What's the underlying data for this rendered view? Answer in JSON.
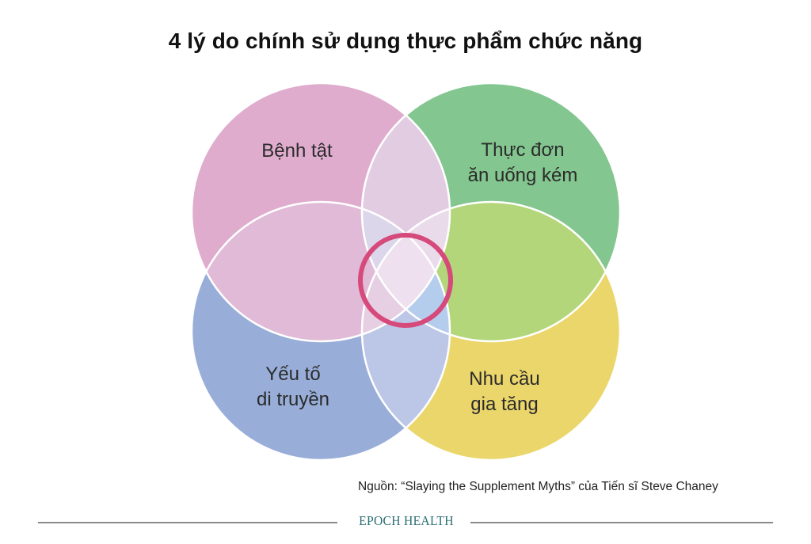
{
  "title": "4 lý do chính sử dụng thực phẩm chức năng",
  "diagram": {
    "type": "venn",
    "sets": [
      {
        "id": "disease",
        "label_lines": [
          "Bệnh tật"
        ],
        "color": "#dfacce",
        "position": "top-left"
      },
      {
        "id": "poor-diet",
        "label_lines": [
          "Thực đơn",
          "ăn uống kém"
        ],
        "color": "#83c68f",
        "position": "top-right"
      },
      {
        "id": "genetics",
        "label_lines": [
          "Yếu tố",
          "di truyền"
        ],
        "color": "#98aed8",
        "position": "bottom-left"
      },
      {
        "id": "increased-need",
        "label_lines": [
          "Nhu cầu",
          "gia tăng"
        ],
        "color": "#ebd66c",
        "position": "bottom-right"
      }
    ],
    "overlap_colors": {
      "disease_poor-diet": "#e2cce2",
      "disease_genetics": "#e0bad6",
      "poor-diet_increased-need": "#b3d67a",
      "genetics_increased-need": "#bcc6e6",
      "disease_increased-need": "#eadbea",
      "poor-diet_genetics": "#b8d4ee",
      "center": "#eee0ee"
    },
    "highlight_ring_color": "#d6497b",
    "divider_color": "#ffffff"
  },
  "labels": {
    "disease": {
      "line1": "Bệnh tật"
    },
    "poor_diet": {
      "line1": "Thực đơn",
      "line2": "ăn uống kém"
    },
    "genetics": {
      "line1": "Yếu tố",
      "line2": "di truyền"
    },
    "increased_need": {
      "line1": "Nhu cầu",
      "line2": "gia tăng"
    }
  },
  "source": "Nguồn:  “Slaying the Supplement Myths” của Tiến sĩ Steve Chaney",
  "footer": {
    "logo": "EPOCH HEALTH",
    "line_color": "#8a8a8a",
    "logo_color": "#2a6f74"
  }
}
